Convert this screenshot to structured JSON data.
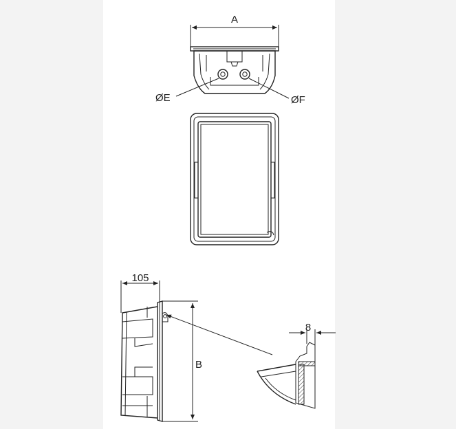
{
  "labels": {
    "top_width": "A",
    "hole_left": "ØE",
    "hole_right": "ØF",
    "depth_value": "105",
    "height": "B",
    "wall_value": "8"
  }
}
